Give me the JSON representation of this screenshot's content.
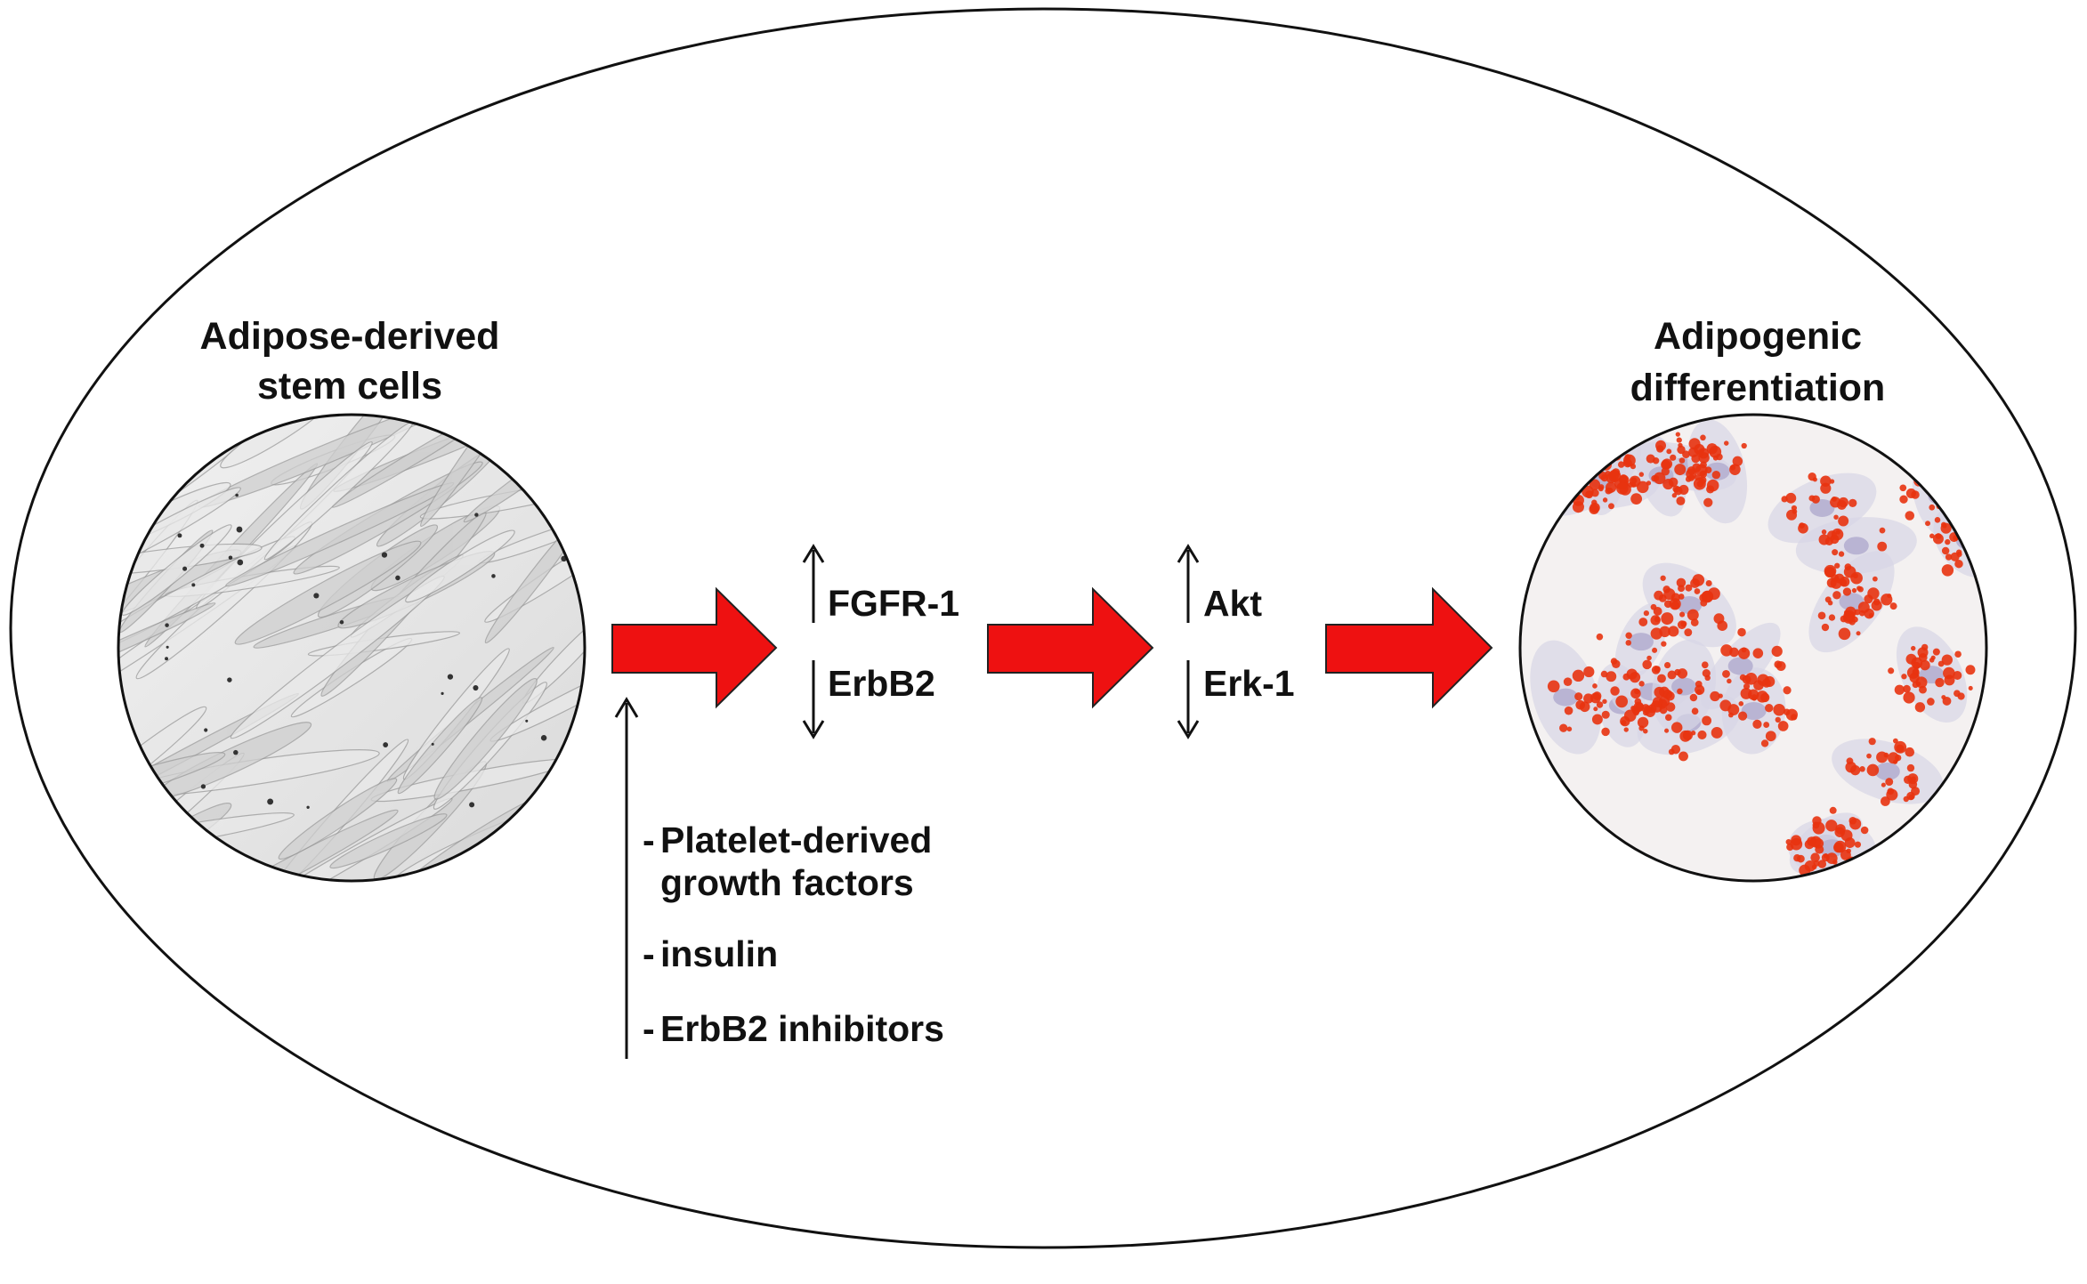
{
  "diagram": {
    "source_panel": {
      "title_lines": [
        "Adipose-derived",
        "stem cells"
      ],
      "image": "phase-contrast micrograph of elongated spindle-shaped cells"
    },
    "target_panel": {
      "title_lines": [
        "Adipogenic",
        "differentiation"
      ],
      "image": "micrograph of cells with red-stained lipid droplets"
    },
    "receptors": {
      "up": "FGFR-1",
      "down": "ErbB2"
    },
    "signaling": {
      "up": "Akt",
      "down": "Erk-1"
    },
    "modulators": {
      "items": [
        {
          "bullet": "-",
          "lines": [
            "Platelet-derived",
            "growth factors"
          ]
        },
        {
          "bullet": "-",
          "lines": [
            "insulin"
          ]
        },
        {
          "bullet": "-",
          "lines": [
            "ErbB2 inhibitors"
          ]
        }
      ]
    },
    "colors": {
      "arrow": "#ee1111",
      "outline": "#111111",
      "lipid": "#e8330f",
      "cell_body": "#d7d5e6",
      "nucleus": "#b9b4d3"
    }
  }
}
